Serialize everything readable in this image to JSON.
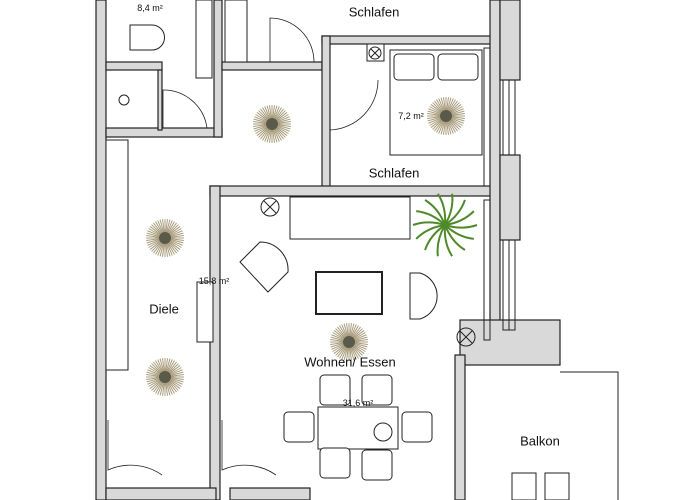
{
  "rooms": [
    {
      "id": "bad",
      "area": "8,4 m²"
    },
    {
      "id": "schlafen-1",
      "name": "Schlafen"
    },
    {
      "id": "schlafen-2",
      "name": "Schlafen",
      "area": "7,2 m²"
    },
    {
      "id": "diele",
      "name": "Diele",
      "area": "15,8 m²"
    },
    {
      "id": "wohnen",
      "name": "Wohnen/ Essen",
      "area": "31,6 m²"
    },
    {
      "id": "balkon",
      "name": "Balkon"
    }
  ],
  "colors": {
    "wall": "#d9d9d9",
    "line": "#222222",
    "rug": "#a89c7c",
    "rug_center": "#5a5a4a",
    "plant": "#4f8a2a"
  }
}
